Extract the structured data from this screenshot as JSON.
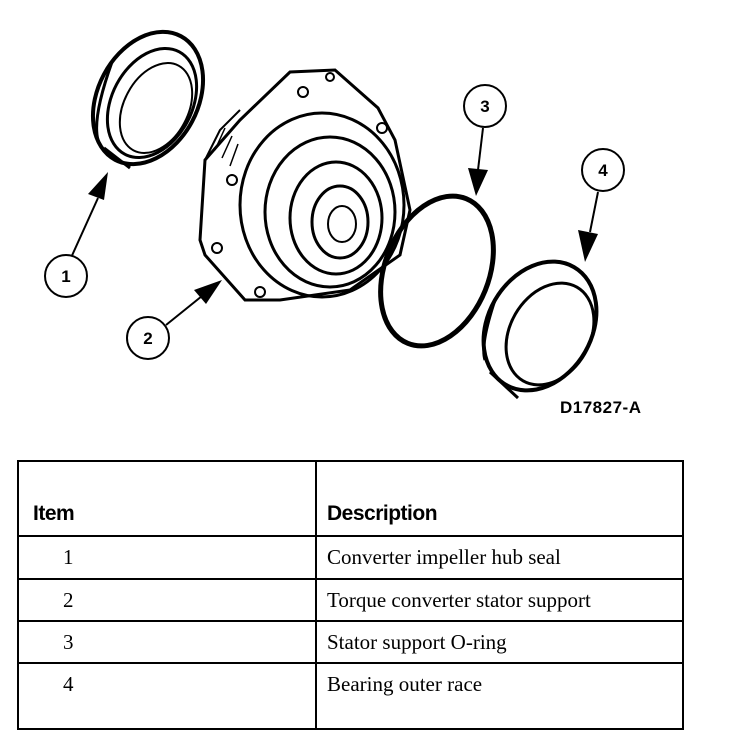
{
  "figure": {
    "id": "D17827-A",
    "callouts": [
      {
        "number": "1"
      },
      {
        "number": "2"
      },
      {
        "number": "3"
      },
      {
        "number": "4"
      }
    ]
  },
  "table": {
    "headers": {
      "item": "Item",
      "description": "Description"
    },
    "rows": [
      {
        "item": "1",
        "description": "Converter impeller hub seal"
      },
      {
        "item": "2",
        "description": "Torque converter stator support"
      },
      {
        "item": "3",
        "description": "Stator support O-ring"
      },
      {
        "item": "4",
        "description": "Bearing outer race"
      }
    ]
  }
}
